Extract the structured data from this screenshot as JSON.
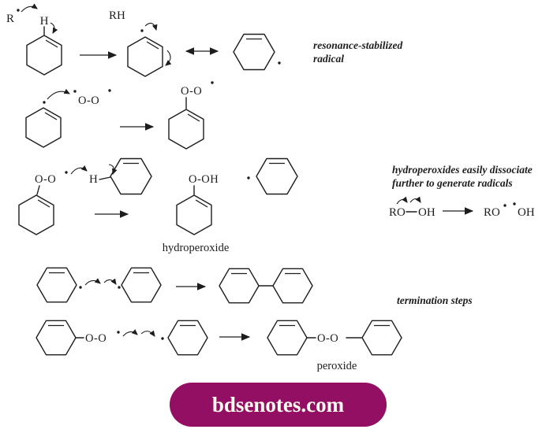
{
  "colors": {
    "ink": "#1d1d1d",
    "background": "#ffffff",
    "brand_pill": "#930f63",
    "brand_text": "#fdfbee"
  },
  "initiation": {
    "abstractor_label": "R",
    "hydrogen_label": "H",
    "byproduct_label": "RH",
    "note_line1": "resonance-stabilized",
    "note_line2": "radical"
  },
  "oxygen_addition": {
    "oxygen_label": "O-O",
    "peroxyl_label": "O-O"
  },
  "h_abstraction": {
    "peroxyl_label": "O-O",
    "hydrogen_label": "H",
    "hydroperoxy_label": "O-OH",
    "product_caption": "hydroperoxide",
    "note_line1": "hydroperoxides easily dissociate",
    "note_line2": "further to generate radicals",
    "mini_reactant_left": "RO",
    "mini_reactant_right": "OH",
    "mini_product_left": "RO",
    "mini_product_right": "OH"
  },
  "termination": {
    "note": "termination steps",
    "peroxyl_label": "O-O",
    "product_oo_label": "O-O",
    "product_caption": "peroxide"
  },
  "footer": {
    "site": "bdsenotes.com"
  }
}
